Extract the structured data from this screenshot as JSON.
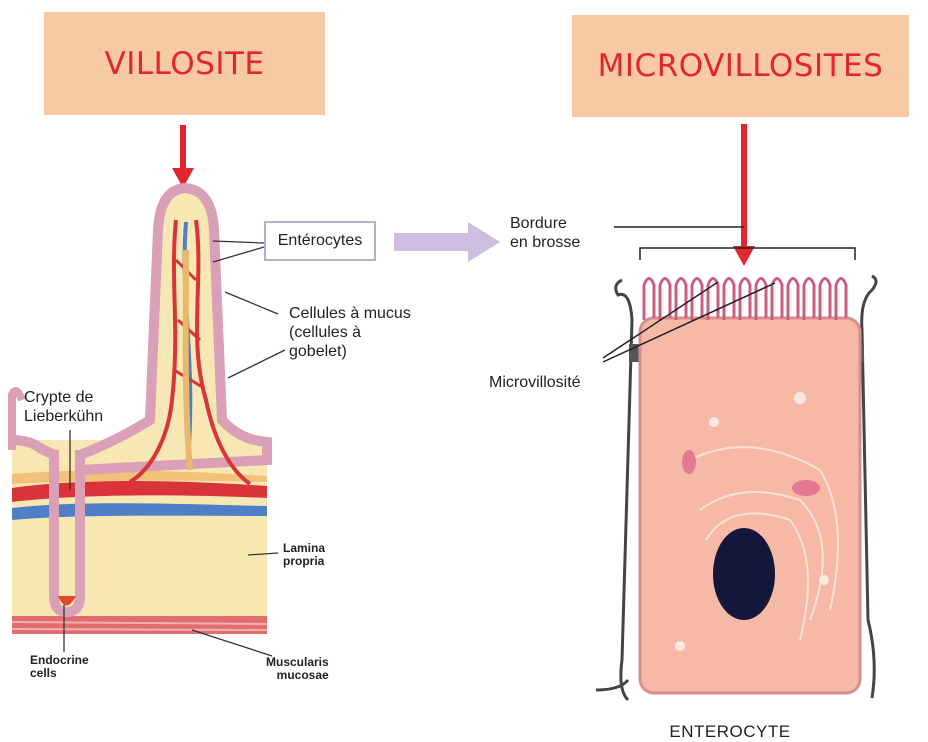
{
  "left_panel": {
    "title": "VILLOSITE",
    "labels": {
      "enterocytes": "Entérocytes",
      "goblet_line1": "Cellules à mucus",
      "goblet_line2": "(cellules à",
      "goblet_line3": "gobelet)",
      "crypt_line1": "Crypte de",
      "crypt_line2": "Lieberkühn",
      "lamina_line1": "Lamina",
      "lamina_line2": "propria",
      "endocrine_line1": "Endocrine",
      "endocrine_line2": "cells",
      "muscularis_line1": "Muscularis",
      "muscularis_line2": "mucosae"
    }
  },
  "right_panel": {
    "title": "MICROVILLOSITES",
    "labels": {
      "brush_line1": "Bordure",
      "brush_line2": "en brosse",
      "microvillus": "Microvillosité",
      "caption": "ENTEROCYTE"
    }
  },
  "colors": {
    "title_bg": "#f8caa3",
    "title_text": "#e3262b",
    "pointer_arrow": "#e3262b",
    "transition_arrow": "#cbbedf",
    "cell_fill": "#f5b9a6",
    "nucleus": "#14163a",
    "microvilli": "#c9607e"
  }
}
